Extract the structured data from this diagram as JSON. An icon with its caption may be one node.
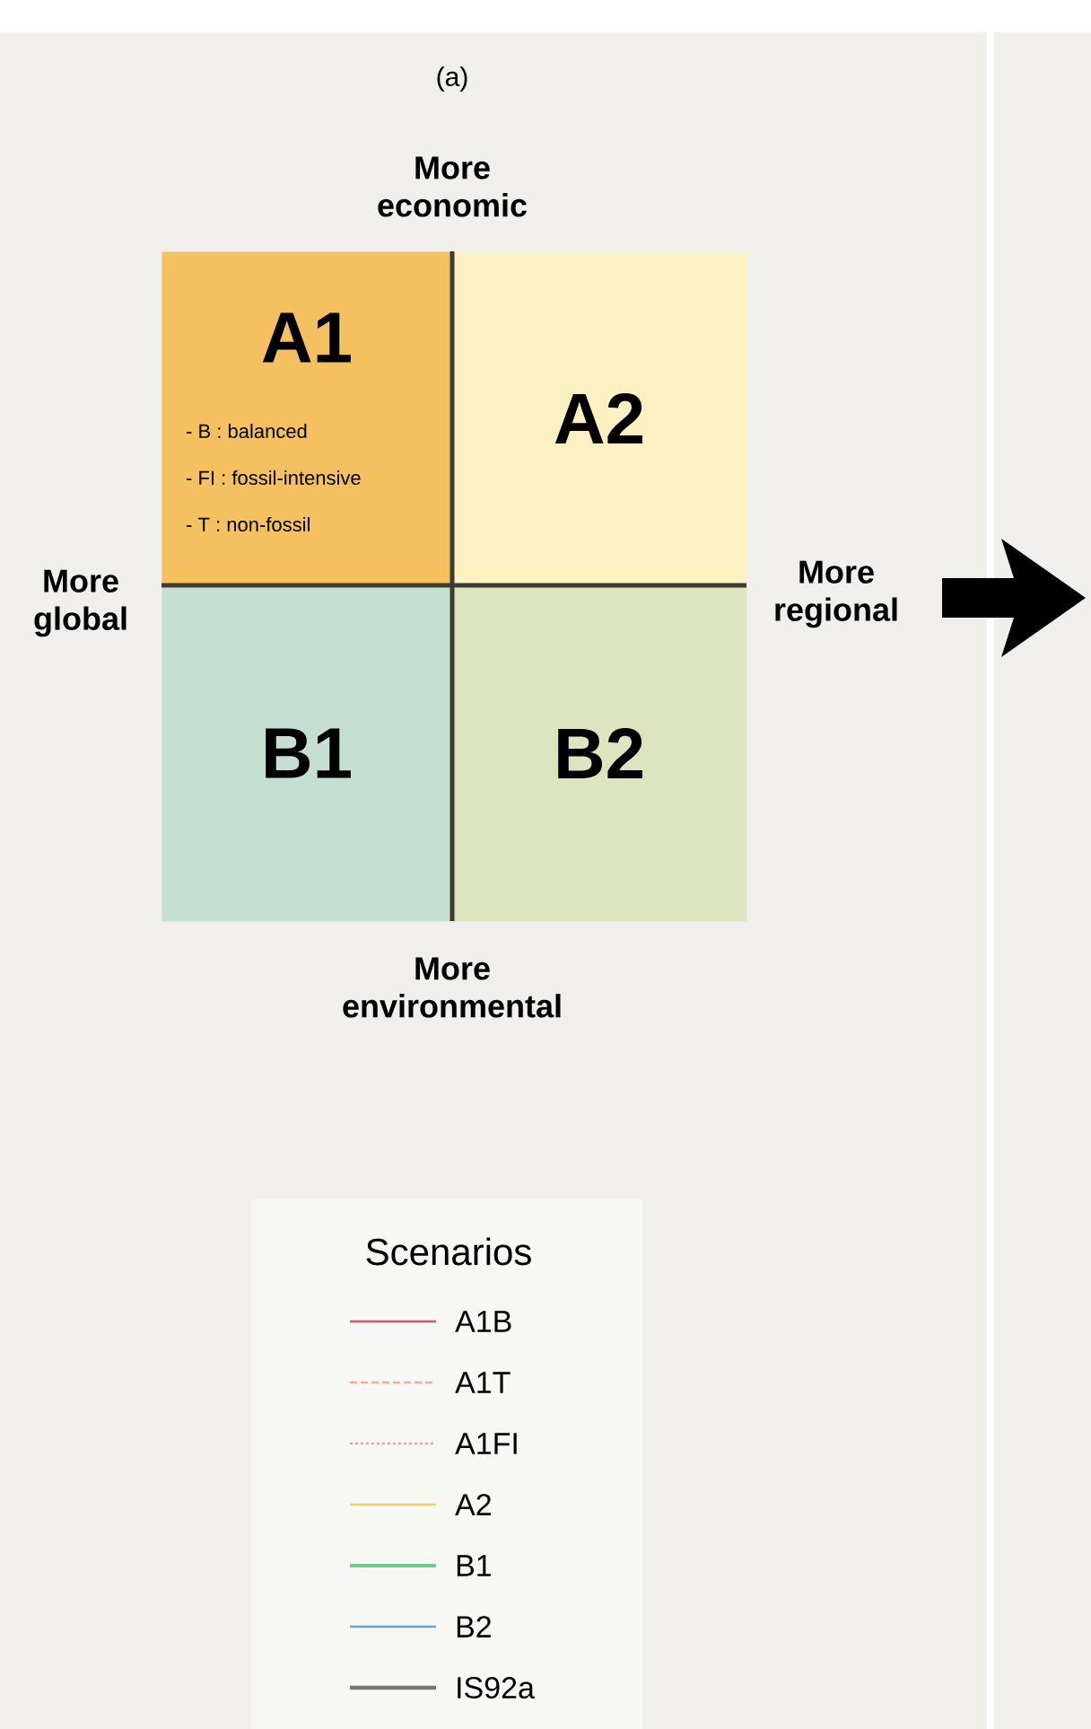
{
  "diagram": {
    "nodes": [
      {
        "text": [
          "A1",
          "- B : balanced",
          "- FI : fossil-intensive",
          "- T : non-fossil"
        ]
      },
      {
        "text": [
          "A2"
        ]
      },
      {
        "text": [
          "B1"
        ]
      },
      {
        "text": [
          "B2"
        ]
      }
    ],
    "labels": [
      "(a)",
      "More economic",
      "More global",
      "More regional",
      "More environmental",
      "Scenarios"
    ],
    "legend": [
      {
        "text": "A1B"
      },
      {
        "text": "A1T"
      },
      {
        "text": "A1FI"
      },
      {
        "text": "A2"
      },
      {
        "text": "B1"
      },
      {
        "text": "B2"
      },
      {
        "text": "IS92a"
      }
    ]
  }
}
